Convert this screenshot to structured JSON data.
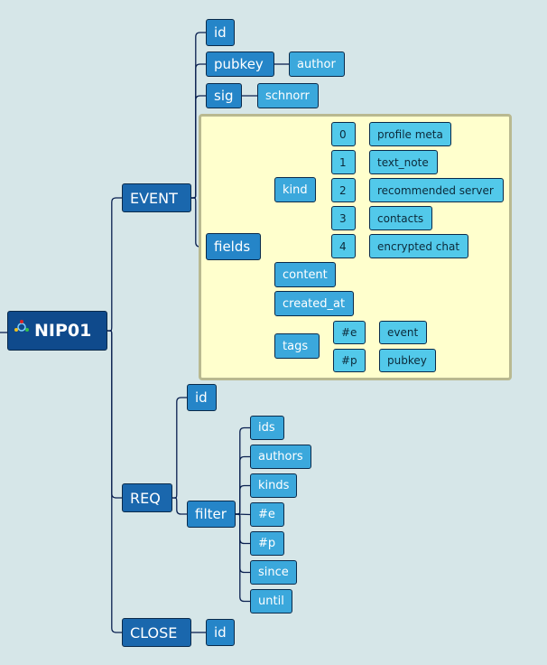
{
  "root": {
    "label": "NIP01"
  },
  "event": {
    "label": "EVENT",
    "id": "id",
    "pubkey": "pubkey",
    "pubkey_note": "author",
    "sig": "sig",
    "sig_note": "schnorr",
    "fields": {
      "label": "fields",
      "kind": {
        "label": "kind",
        "entries": [
          {
            "code": "0",
            "desc": "profile meta"
          },
          {
            "code": "1",
            "desc": "text_note"
          },
          {
            "code": "2",
            "desc": "recommended server"
          },
          {
            "code": "3",
            "desc": "contacts"
          },
          {
            "code": "4",
            "desc": "encrypted chat"
          }
        ]
      },
      "content": "content",
      "created_at": "created_at",
      "tags": {
        "label": "tags",
        "entries": [
          {
            "tag": "#e",
            "desc": "event"
          },
          {
            "tag": "#p",
            "desc": "pubkey"
          }
        ]
      }
    }
  },
  "req": {
    "label": "REQ",
    "id": "id",
    "filter": {
      "label": "filter",
      "items": [
        "ids",
        "authors",
        "kinds",
        "#e",
        "#p",
        "since",
        "until"
      ]
    }
  },
  "close": {
    "label": "CLOSE",
    "id": "id"
  },
  "colors": {
    "background": "#d6e6e8",
    "boundary_fill": "#ffffcd",
    "boundary_border": "#b9b990",
    "level0": "#0f4a8c",
    "level1": "#1a67ad",
    "level2": "#2585c8",
    "level3": "#3ba8dc",
    "level4": "#52c9ea",
    "connector": "#0a2050"
  }
}
